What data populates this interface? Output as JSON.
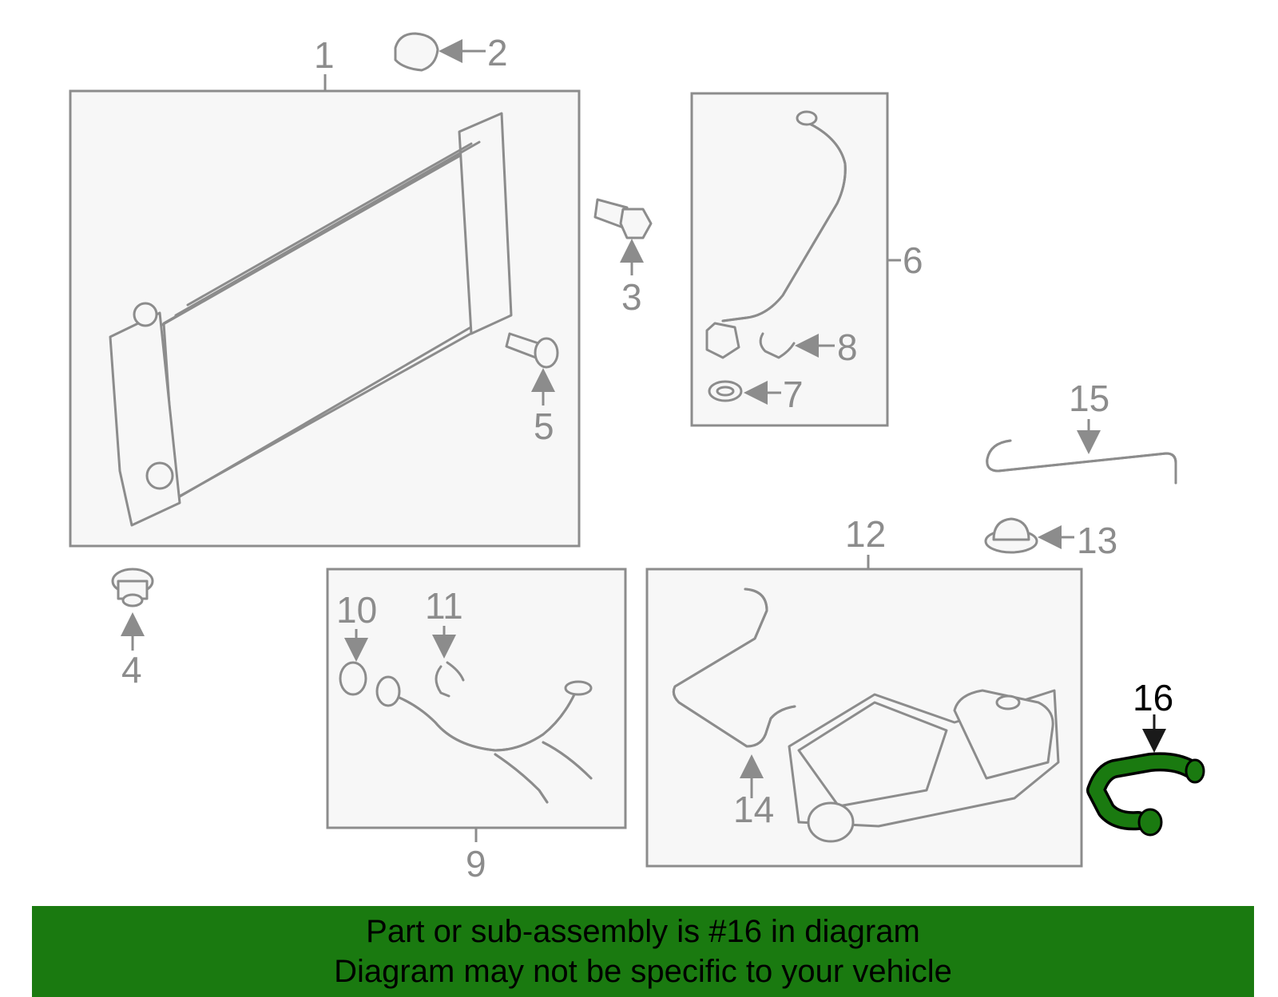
{
  "callouts": {
    "c1": "1",
    "c2": "2",
    "c3": "3",
    "c4": "4",
    "c5": "5",
    "c6": "6",
    "c7": "7",
    "c8": "8",
    "c9": "9",
    "c10": "10",
    "c11": "11",
    "c12": "12",
    "c13": "13",
    "c14": "14",
    "c15": "15",
    "c16": "16"
  },
  "highlighted_part": "16",
  "colors": {
    "highlight_part": "#1a7a10",
    "banner_background": "#1a7a10",
    "line_art": "#8c8c8c"
  },
  "banner": {
    "line1": "Part or sub-assembly is #16 in diagram",
    "line2": "Diagram may not be specific to your vehicle"
  }
}
